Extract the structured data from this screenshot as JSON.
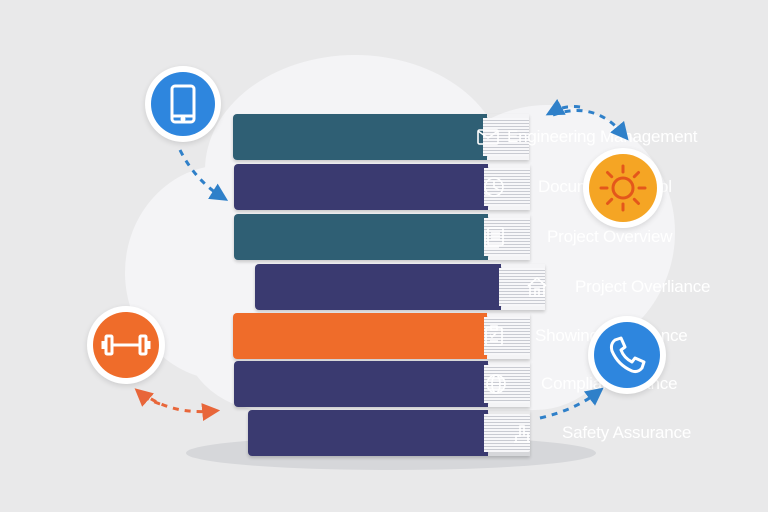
{
  "colors": {
    "teal": "#2f5f74",
    "indigo": "#3a3a70",
    "orange": "#ef6c2a",
    "blue": "#2e86de",
    "sun": "#f5a524",
    "arrow_blue": "#2f80c9",
    "arrow_orange": "#e8663a"
  },
  "books": [
    {
      "label": "Engineering Management",
      "color": "teal",
      "icon": "envelope-icon"
    },
    {
      "label": "Document Control",
      "color": "indigo",
      "icon": "clock-icon"
    },
    {
      "label": "Project Overview",
      "color": "teal",
      "icon": "document-icon"
    },
    {
      "label": "Project Overliance",
      "color": "indigo",
      "icon": "house-icon"
    },
    {
      "label": "Showing Campiance",
      "color": "orange",
      "icon": "checklist-icon"
    },
    {
      "label": "Compliance Tance",
      "color": "indigo",
      "icon": "globe-icon"
    },
    {
      "label": "Safety Assurance",
      "color": "indigo",
      "icon": "safety-icon"
    }
  ],
  "badges": [
    {
      "name": "tablet-icon",
      "color": "blue"
    },
    {
      "name": "sun-icon",
      "color": "sun"
    },
    {
      "name": "dumbbell-icon",
      "color": "orange"
    },
    {
      "name": "phone-icon",
      "color": "blue"
    }
  ]
}
